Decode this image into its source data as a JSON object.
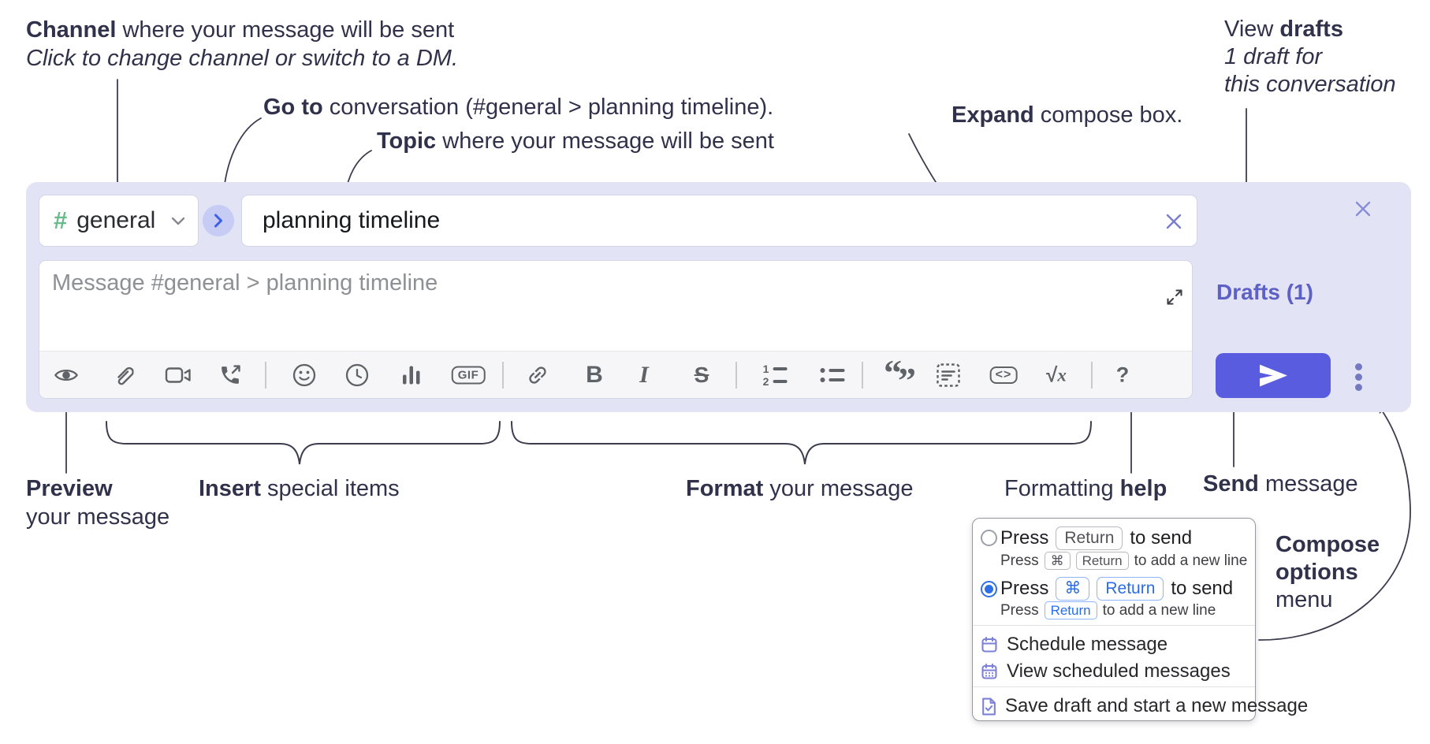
{
  "annotations": {
    "channel": {
      "bold": "Channel",
      "rest": " where your message will be sent",
      "line2": "Click to change channel or switch to a DM."
    },
    "goto": {
      "bold": "Go to",
      "rest": " conversation (#general > planning timeline)."
    },
    "topic": {
      "bold": "Topic",
      "rest": " where your message will be sent"
    },
    "expand": {
      "bold": "Expand",
      "rest": " compose box."
    },
    "view_drafts": {
      "pre": "View ",
      "bold": "drafts",
      "line2": "1 draft for",
      "line3": "this conversation"
    },
    "preview": {
      "bold": "Preview",
      "line2": "your message"
    },
    "insert": {
      "bold": "Insert",
      "rest": " special items"
    },
    "format": {
      "bold": "Format",
      "rest": " your message"
    },
    "formatting_help": {
      "pre": "Formatting ",
      "bold": "help"
    },
    "send": {
      "bold": "Send",
      "rest": " message"
    },
    "compose_options": {
      "line1": "Compose",
      "line2": "options",
      "line3": "menu"
    }
  },
  "compose": {
    "channel_selector": {
      "hash": "#",
      "name": "general"
    },
    "topic_input": {
      "value": "planning timeline"
    },
    "message_input": {
      "placeholder": "Message #general > planning timeline"
    },
    "drafts_link": "Drafts (1)",
    "toolbar": {
      "icon_names": [
        "eye",
        "paperclip",
        "video-camera",
        "phone-call",
        "smiley",
        "clock",
        "bar-chart",
        "gif",
        "link",
        "bold",
        "italic",
        "strikethrough",
        "ordered-list",
        "bullet-list",
        "quote",
        "code-block",
        "inline-code",
        "formula",
        "help"
      ],
      "glyphs": {
        "gif": "GIF",
        "bold": "B",
        "italic": "I",
        "strike": "S",
        "ol1": "1",
        "ol2": "2",
        "quote_open": "“",
        "quote_close": "”",
        "code": "<>",
        "sqrt_sign": "√",
        "sqrt_var": "x",
        "help": "?"
      }
    }
  },
  "popup": {
    "option1": {
      "selected": false,
      "press": "Press",
      "key": "Return",
      "suffix": "to send",
      "sub_press": "Press",
      "sub_key1": "⌘",
      "sub_key2": "Return",
      "sub_suffix": "to add a new line"
    },
    "option2": {
      "selected": true,
      "press": "Press",
      "key1": "⌘",
      "key2": "Return",
      "suffix": "to send",
      "sub_press": "Press",
      "sub_key": "Return",
      "sub_suffix": "to add a new line"
    },
    "items": [
      {
        "label": "Schedule message",
        "icon": "calendar"
      },
      {
        "label": "View scheduled messages",
        "icon": "calendar-grid"
      },
      {
        "label": "Save draft and start a new message",
        "icon": "document-check"
      }
    ]
  },
  "colors": {
    "compose_background": "#e2e3f4",
    "send_button": "#5a5ce0",
    "drafts_link": "#5d60c4",
    "channel_hash_green": "#68bb8b",
    "go_chevron_blue": "#3b5fe6",
    "selected_radio_blue": "#2e6fe8",
    "annotation_text": "#30314a",
    "toolbar_icon": "#5f6266",
    "menu_icon_purple": "#7d81d6"
  }
}
